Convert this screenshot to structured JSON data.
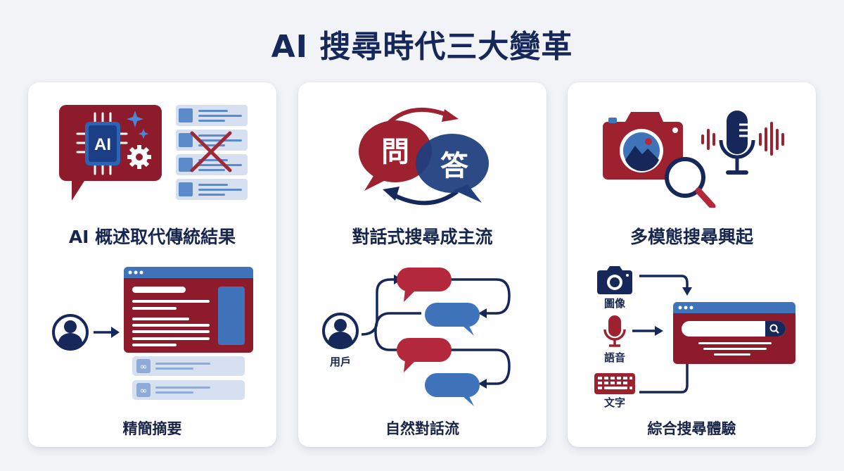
{
  "title": "AI 搜尋時代三大變革",
  "colors": {
    "navy": "#16285a",
    "crimson": "#8e1b2b",
    "red": "#b3283a",
    "blue": "#3f74bb",
    "light_blue": "#d6e0f0",
    "background": "#f1f3f7",
    "card": "#ffffff"
  },
  "cards": [
    {
      "heading": "AI 概述取代傳統結果",
      "caption": "精簡摘要",
      "top_illustration": {
        "icons": [
          "chat-bubble-icon",
          "ai-chip-icon",
          "sparkle-icon",
          "gear-icon",
          "result-list-icon",
          "cross-icon"
        ],
        "chip_label": "AI"
      },
      "bottom_illustration": {
        "icons": [
          "user-icon",
          "arrow-right-icon",
          "browser-window-icon",
          "link-icon"
        ]
      }
    },
    {
      "heading": "對話式搜尋成主流",
      "caption": "自然對話流",
      "top_illustration": {
        "icons": [
          "question-bubble-icon",
          "answer-bubble-icon",
          "cycle-arrows-icon"
        ],
        "question_label": "問",
        "answer_label": "答"
      },
      "bottom_illustration": {
        "icons": [
          "user-icon",
          "chat-flow-icon"
        ],
        "user_label": "用戶"
      }
    },
    {
      "heading": "多模態搜尋興起",
      "caption": "綜合搜尋體驗",
      "top_illustration": {
        "icons": [
          "camera-icon",
          "magnifier-icon",
          "microphone-icon",
          "sound-wave-icon"
        ]
      },
      "bottom_illustration": {
        "icons": [
          "camera-icon",
          "microphone-icon",
          "keyboard-icon",
          "browser-search-icon"
        ],
        "inputs": [
          {
            "label": "圖像"
          },
          {
            "label": "語音"
          },
          {
            "label": "文字"
          }
        ]
      }
    }
  ]
}
